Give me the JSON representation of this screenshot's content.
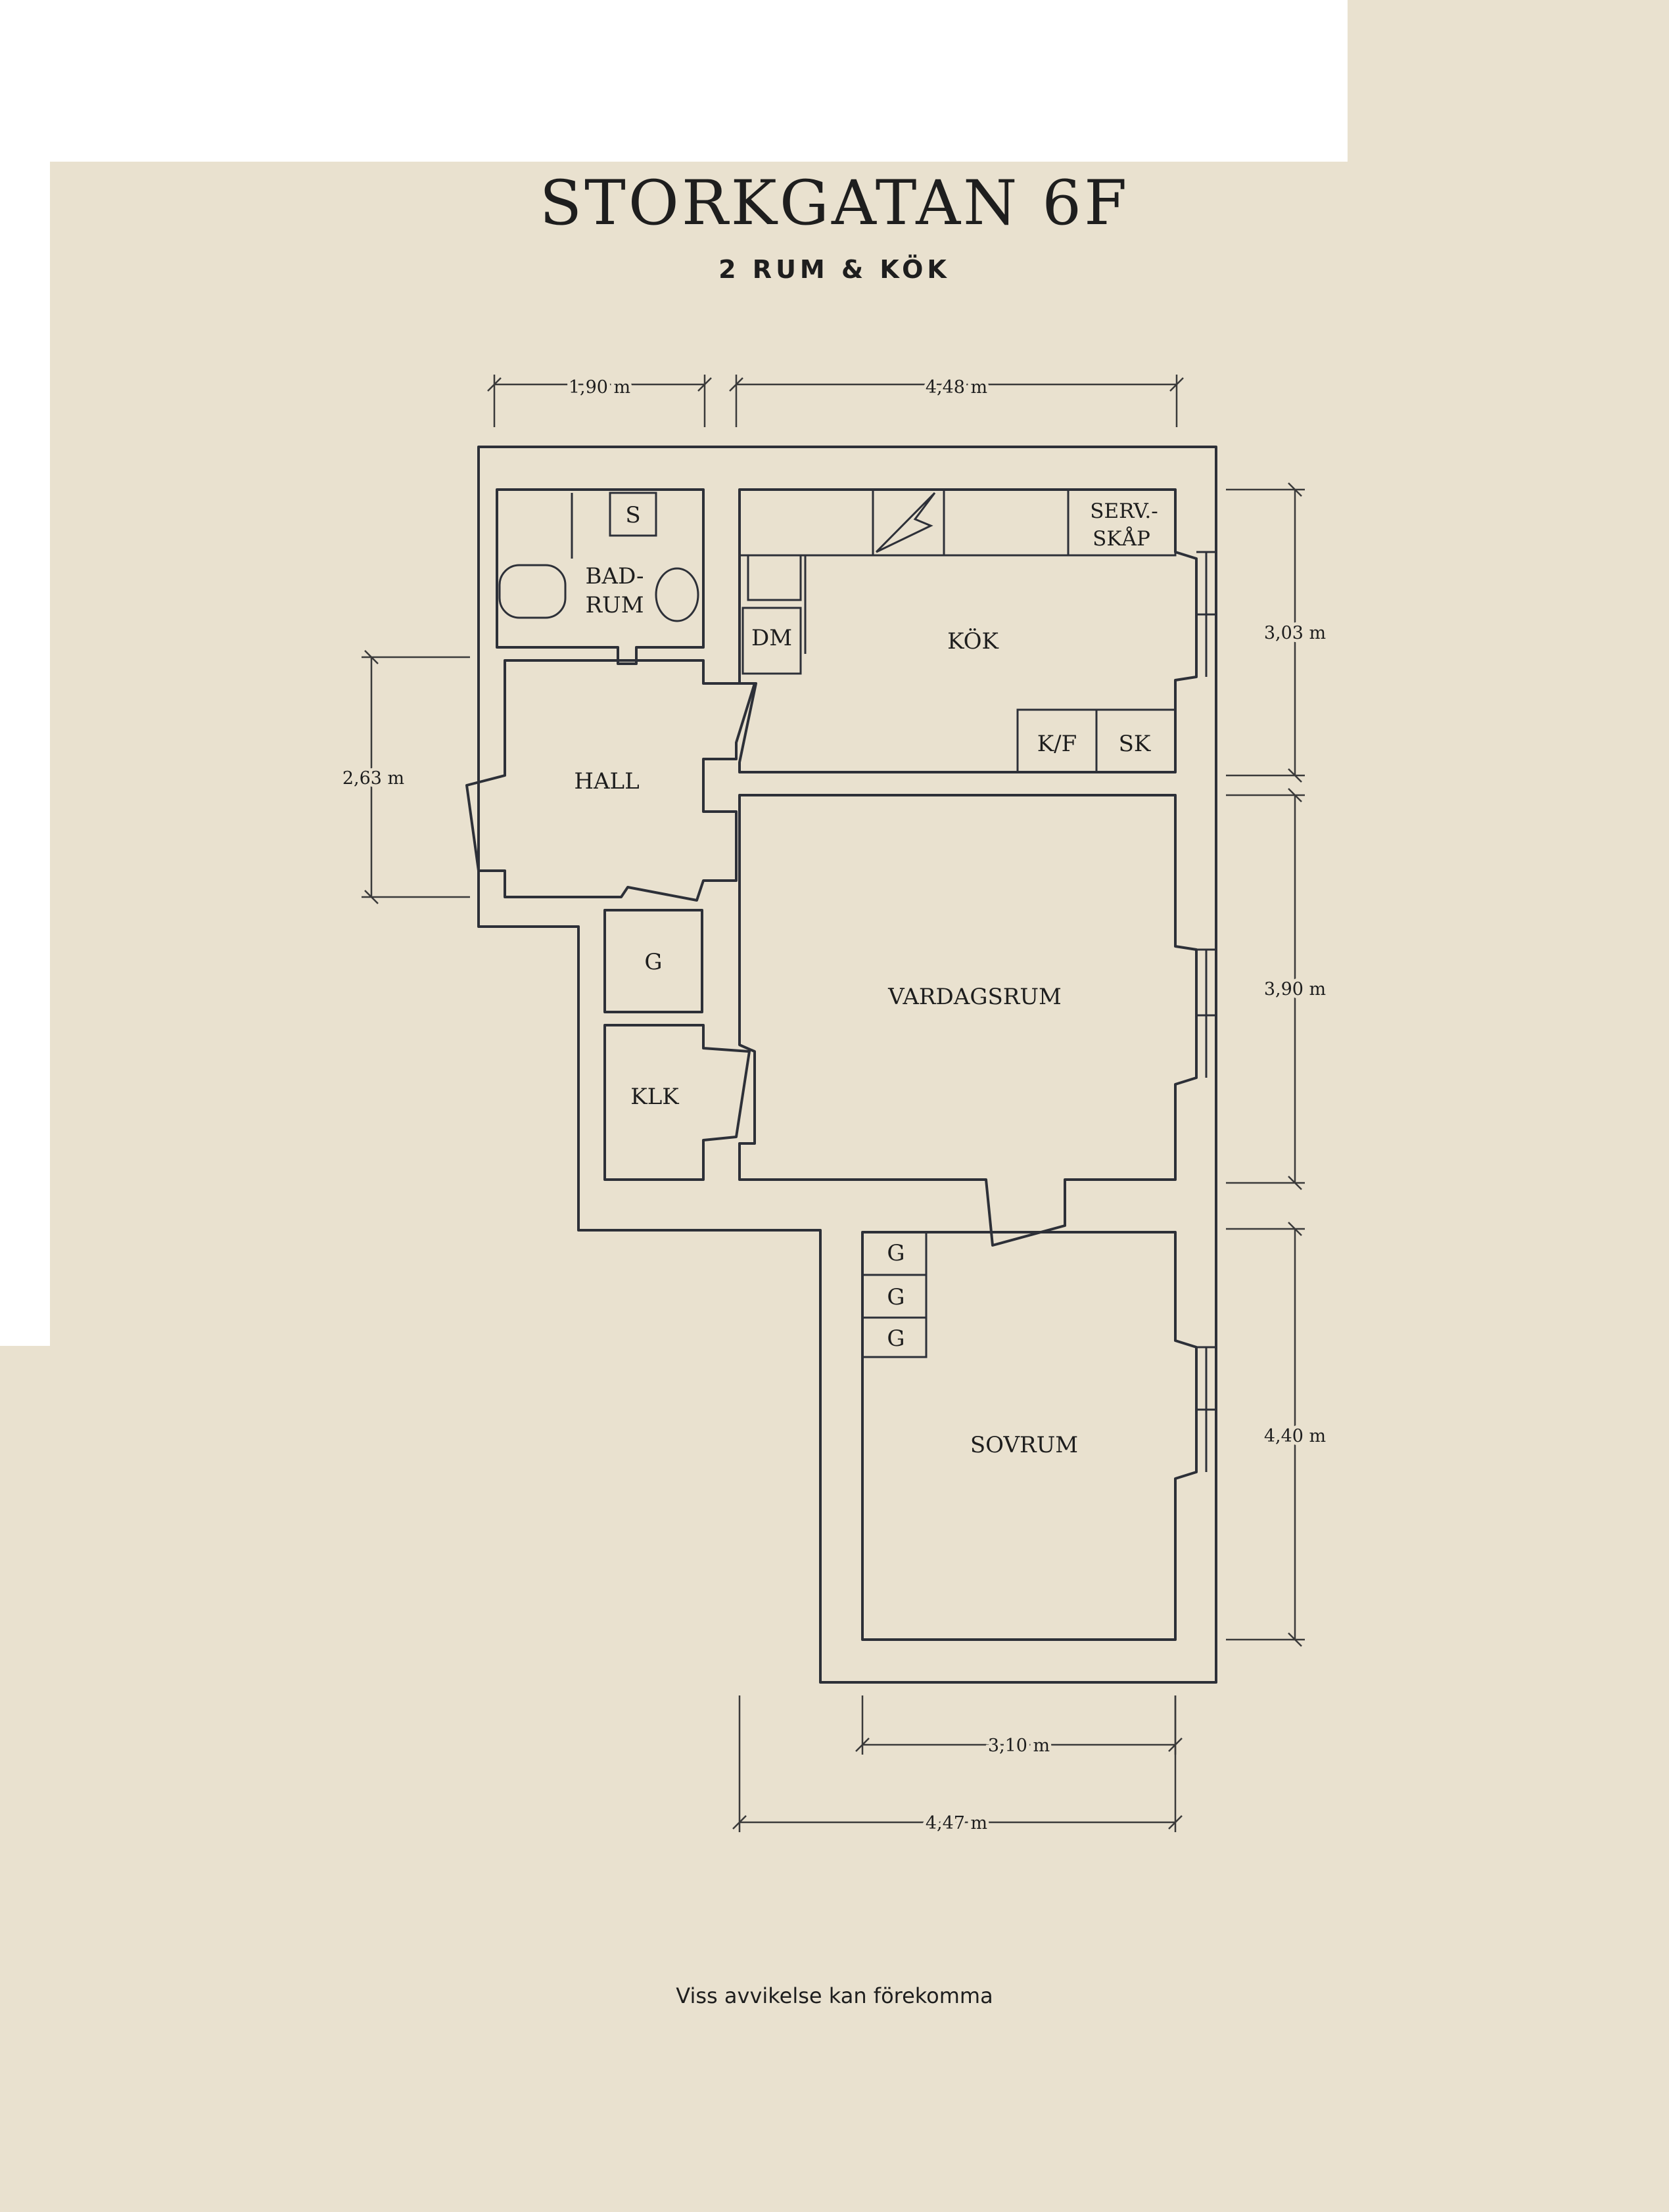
{
  "header": {
    "title": "STORKGATAN 6F",
    "subtitle": "2 RUM & KÖK"
  },
  "rooms": {
    "badrum_line1": "BAD-",
    "badrum_line2": "RUM",
    "shower_s": "S",
    "kok": "KÖK",
    "serv_line1": "SERV.-",
    "serv_line2": "SKÅP",
    "dm": "DM",
    "kf": "K/F",
    "sk": "SK",
    "hall": "HALL",
    "g_hall": "G",
    "klk": "KLK",
    "vardagsrum": "VARDAGSRUM",
    "g1": "G",
    "g2": "G",
    "g3": "G",
    "sovrum": "SOVRUM"
  },
  "dimensions": {
    "top_left": "1,90 m",
    "top_right": "4,48 m",
    "right_kok": "3,03 m",
    "right_vardagsrum": "3,90 m",
    "right_sovrum": "4,40 m",
    "left_hall": "2,63 m",
    "bottom_inner": "3,10 m",
    "bottom_outer": "4,47 m"
  },
  "footer": {
    "disclaimer": "Viss avvikelse kan förekomma"
  }
}
